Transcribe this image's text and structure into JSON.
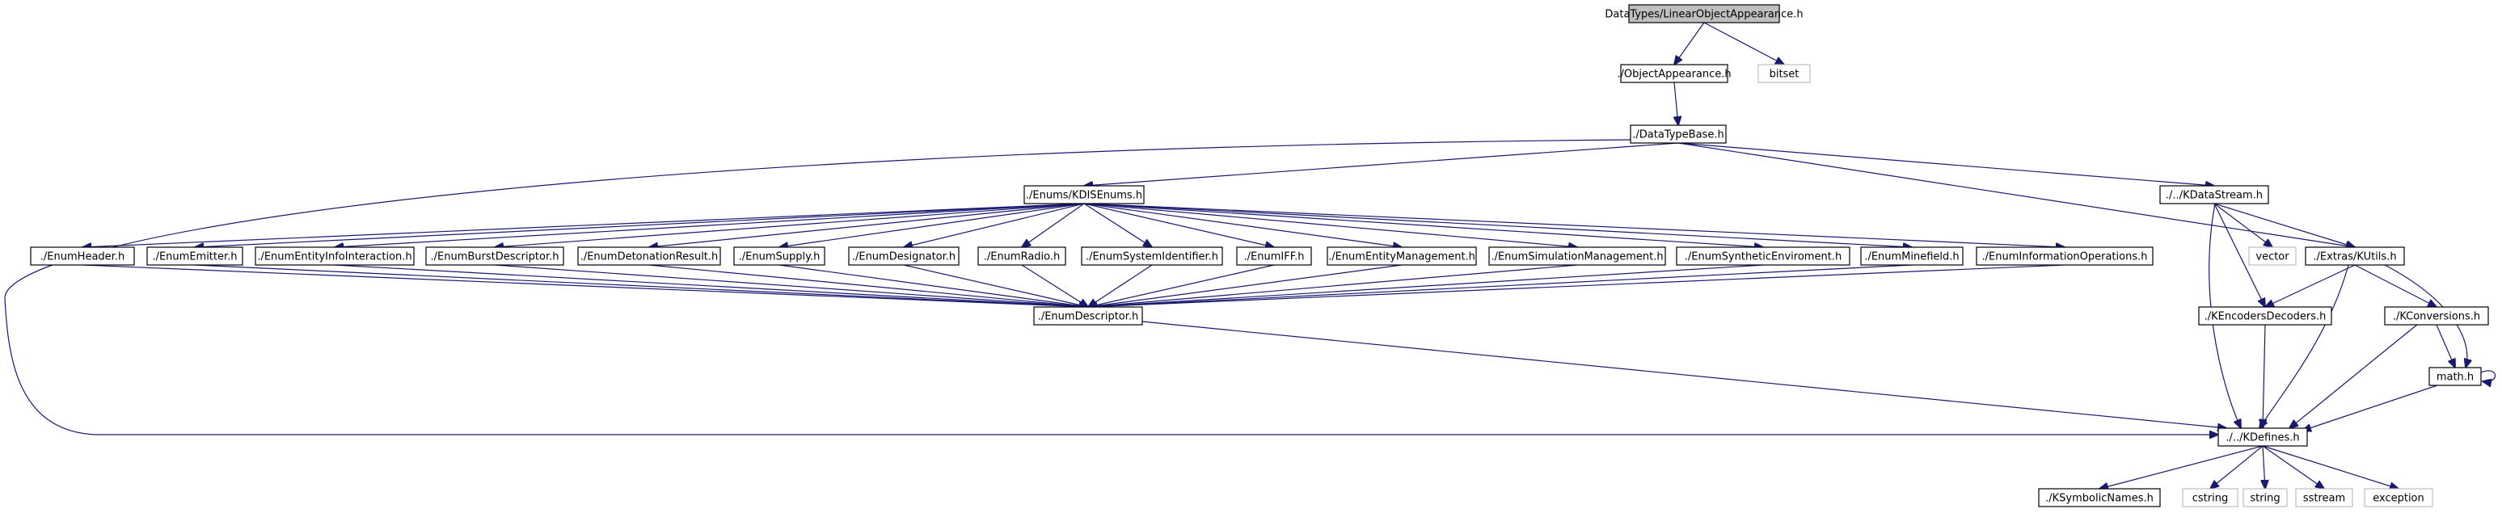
{
  "graph": {
    "colors": {
      "edge": "#191970",
      "root_fill": "#bfbfbf",
      "external_border": "#bfbfbf",
      "node_border": "#000000"
    },
    "nodes": {
      "root": "DataTypes/LinearObjectAppearance.h",
      "objectappearance": "./ObjectAppearance.h",
      "bitset": "bitset",
      "datatypebase": "./DataTypeBase.h",
      "kdisenums": "./Enums/KDISEnums.h",
      "kdatastream": "./../KDataStream.h",
      "enumheader": "./EnumHeader.h",
      "enumemitter": "./EnumEmitter.h",
      "enumentityinfointeraction": "./EnumEntityInfoInteraction.h",
      "enumburstdescriptor": "./EnumBurstDescriptor.h",
      "enumdetonationresult": "./EnumDetonationResult.h",
      "enumsupply": "./EnumSupply.h",
      "enumdesignator": "./EnumDesignator.h",
      "enumradio": "./EnumRadio.h",
      "enumsystemidentifier": "./EnumSystemIdentifier.h",
      "enumiff": "./EnumIFF.h",
      "enumentitymanagement": "./EnumEntityManagement.h",
      "enumsimulationmanagement": "./EnumSimulationManagement.h",
      "enumsyntheticenvironment": "./EnumSyntheticEnviroment.h",
      "enumminefield": "./EnumMinefield.h",
      "enuminformationoperations": "./EnumInformationOperations.h",
      "vector": "vector",
      "kutils": "./Extras/KUtils.h",
      "enumdescriptor": "./EnumDescriptor.h",
      "kencodersdecoders": "./KEncodersDecoders.h",
      "kconversions": "./KConversions.h",
      "math": "math.h",
      "kdefines": "./../KDefines.h",
      "ksymbolicnames": "./KSymbolicNames.h",
      "cstring": "cstring",
      "string": "string",
      "sstream": "sstream",
      "exception": "exception"
    }
  }
}
